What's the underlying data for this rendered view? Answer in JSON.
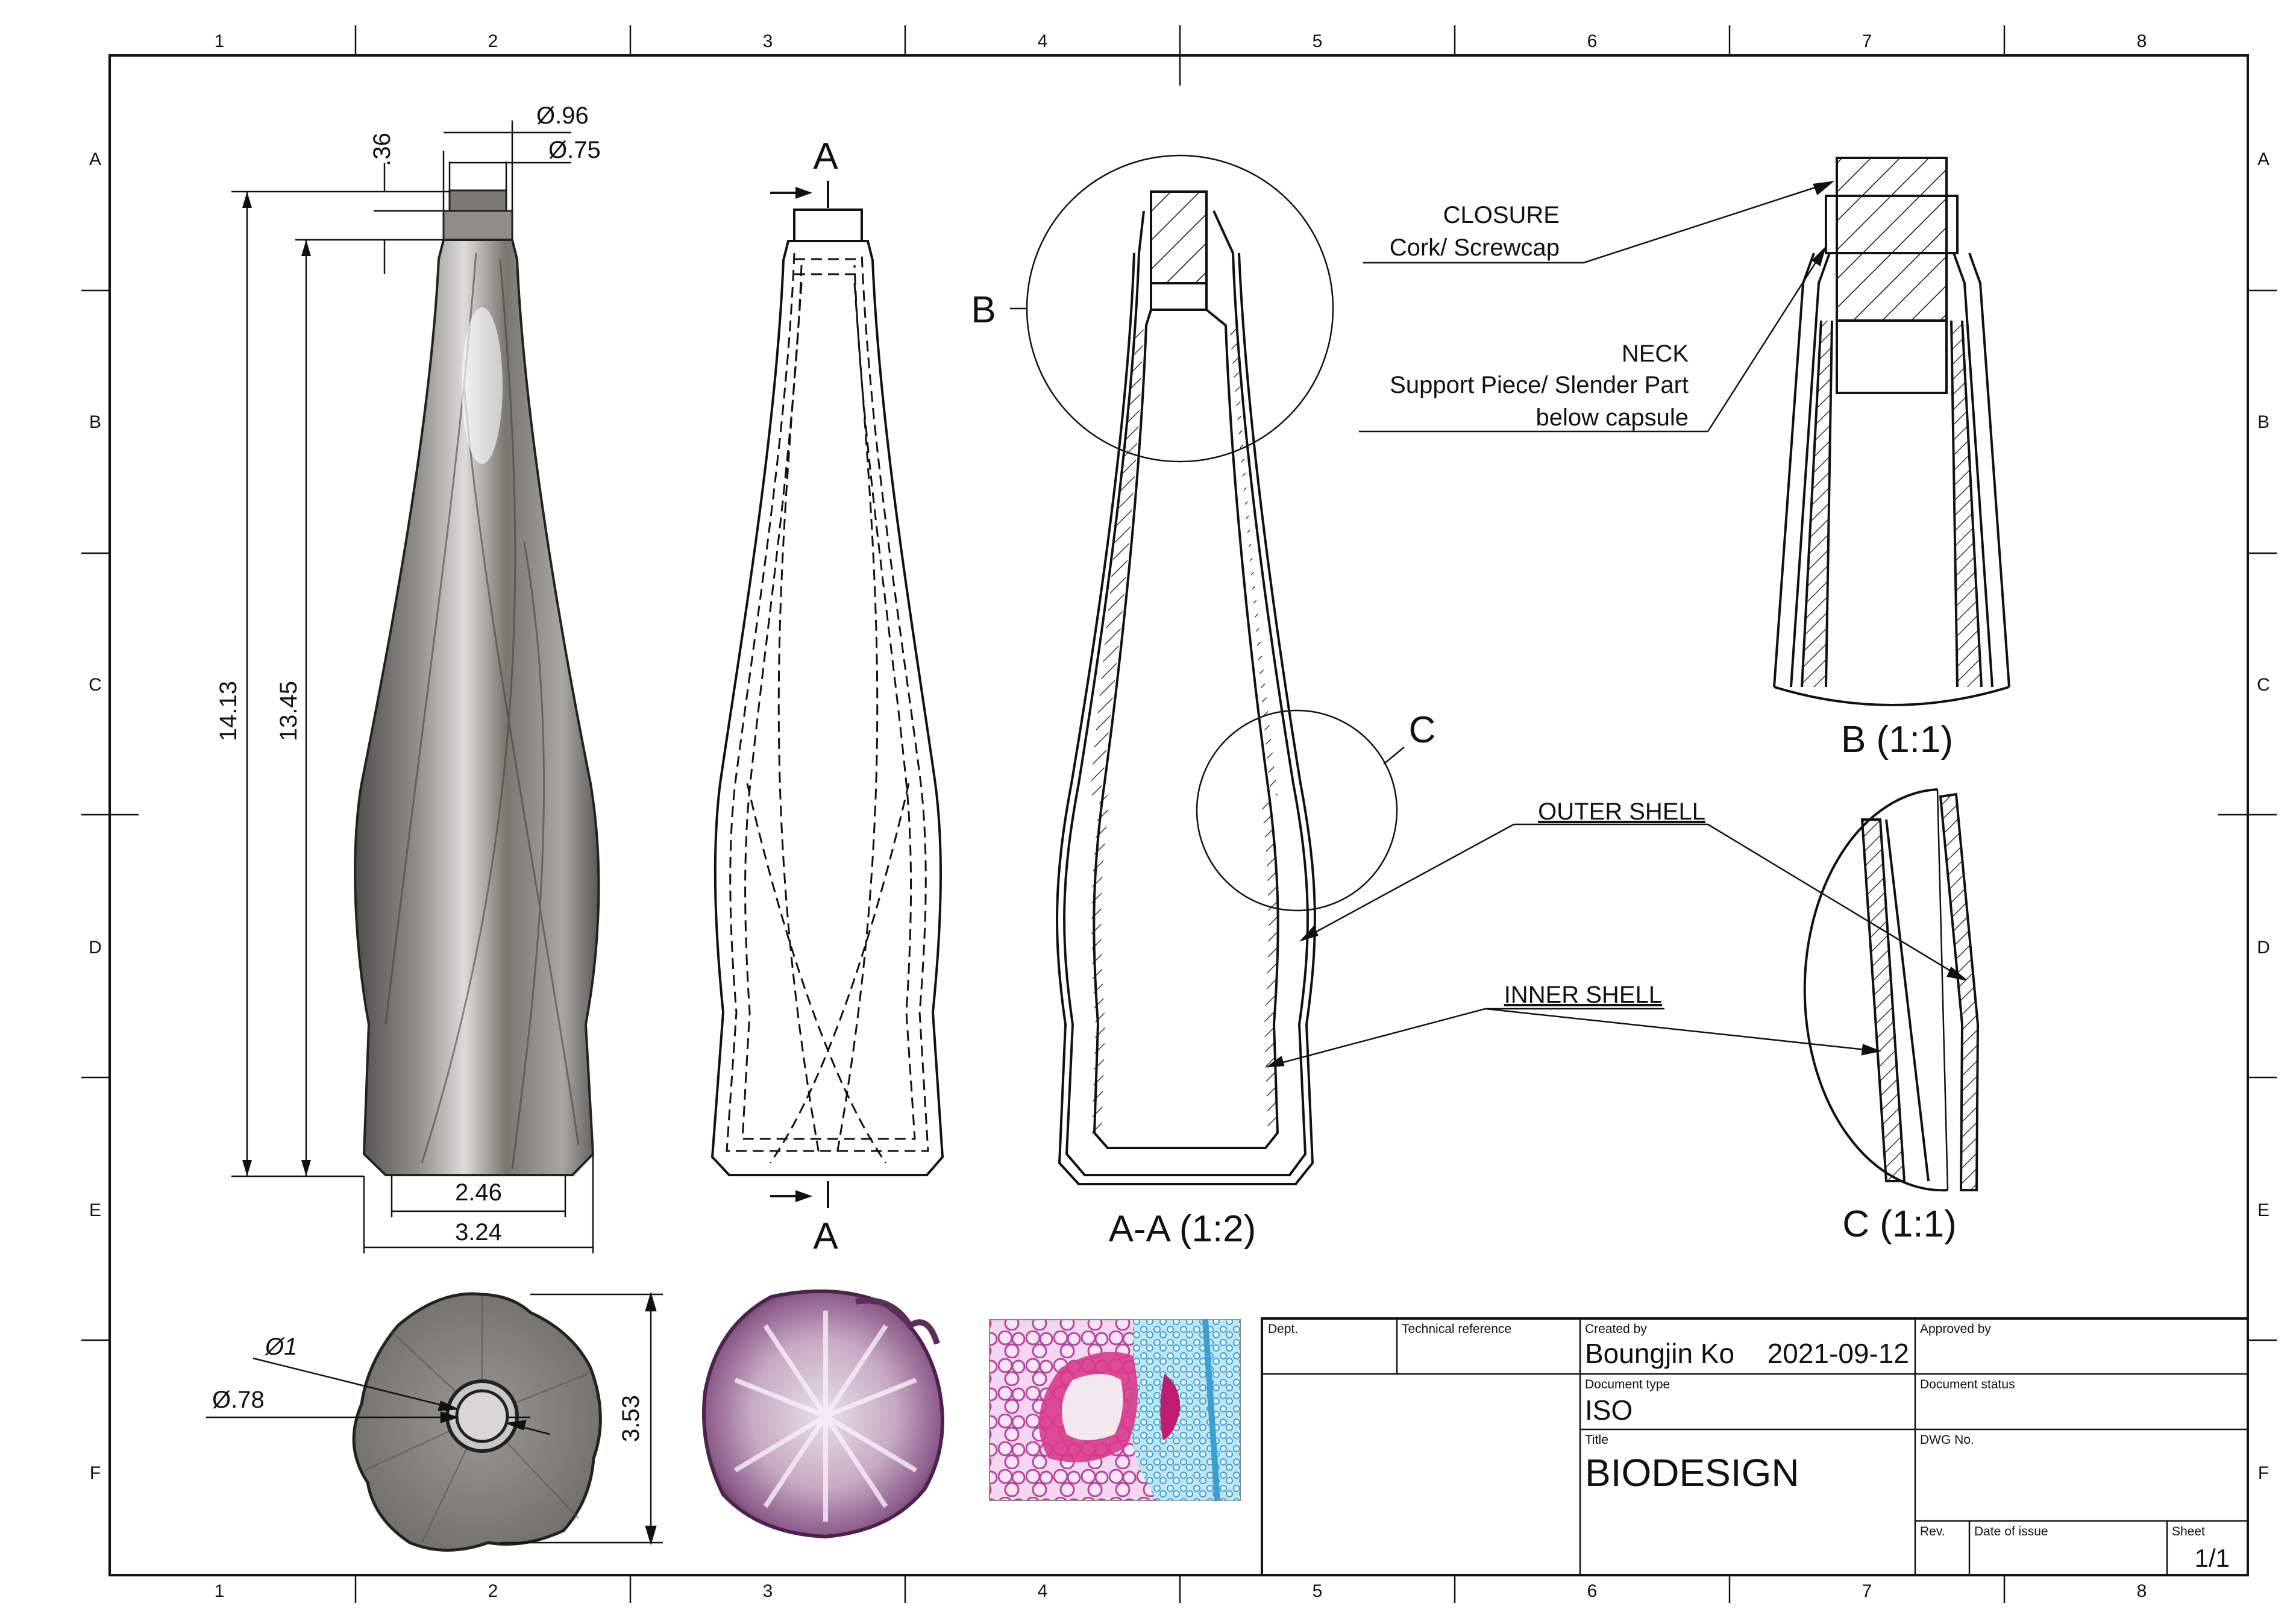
{
  "grid": {
    "columns": [
      "1",
      "2",
      "3",
      "4",
      "5",
      "6",
      "7",
      "8"
    ],
    "rows": [
      "A",
      "B",
      "C",
      "D",
      "E",
      "F"
    ]
  },
  "dimensions": {
    "neck_height": ".36",
    "outer_diameter_top": "Ø.96",
    "inner_diameter_top": "Ø.75",
    "total_height": "14.13",
    "body_height": "13.45",
    "base_inner_width": "2.46",
    "base_outer_width": "3.24",
    "top_view_outer_diameter": "Ø1",
    "top_view_inner_diameter": "Ø.78",
    "top_view_width": "3.53"
  },
  "section_marks": {
    "section_letter": "A",
    "detail_b": "B",
    "detail_c": "C"
  },
  "view_labels": {
    "section_aa": "A-A (1:2)",
    "detail_b": "B (1:1)",
    "detail_c": "C (1:1)"
  },
  "annotations": {
    "closure_title": "CLOSURE",
    "closure_sub": "Cork/ Screwcap",
    "neck_title": "NECK",
    "neck_sub1": "Support Piece/ Slender Part",
    "neck_sub2": "below capsule",
    "outer_shell": "OUTER SHELL",
    "inner_shell": "INNER SHELL"
  },
  "title_block": {
    "dept_label": "Dept.",
    "tech_ref_label": "Technical reference",
    "created_by_label": "Created by",
    "created_by": "Boungjin Ko",
    "date": "2021-09-12",
    "approved_by_label": "Approved by",
    "doc_type_label": "Document type",
    "doc_type": "ISO",
    "doc_status_label": "Document status",
    "title_label": "Title",
    "title": "BIODESIGN",
    "dwg_no_label": "DWG No.",
    "rev_label": "Rev.",
    "date_issue_label": "Date of issue",
    "sheet_label": "Sheet",
    "sheet": "1/1"
  },
  "colors": {
    "bottle_dark": "#5f5e59",
    "bottle_mid": "#8e8d88",
    "bottle_light": "#d6d5d1",
    "stem_purple": "#7a4a78",
    "micro_pink": "#d93a8a",
    "micro_blue": "#4aa6d6"
  }
}
